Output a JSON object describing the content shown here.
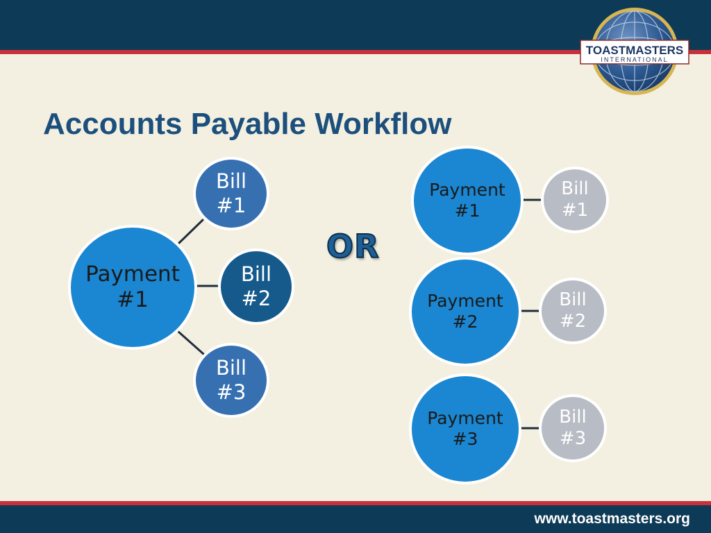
{
  "slide": {
    "title": "Accounts Payable Workflow",
    "footer_url": "www.toastmasters.org",
    "logo_text_top": "TOASTMASTERS",
    "logo_text_bottom": "INTERNATIONAL",
    "separator": "OR"
  },
  "left_diagram": {
    "payment": "Payment\n#1",
    "bills": [
      "Bill\n#1",
      "Bill\n#2",
      "Bill\n#3"
    ]
  },
  "right_diagram": {
    "pairs": [
      {
        "payment": "Payment\n#1",
        "bill": "Bill\n#1"
      },
      {
        "payment": "Payment\n#2",
        "bill": "Bill\n#2"
      },
      {
        "payment": "Payment\n#3",
        "bill": "Bill\n#3"
      }
    ]
  },
  "colors": {
    "header": "#0d3a56",
    "accent_stripe": "#c8313a",
    "title": "#1c4f7c",
    "payment_circle": "#1b86d1",
    "bill_left": "#3670b1",
    "bill_selected": "#155a8b",
    "bill_right": "#b8bcc4"
  }
}
